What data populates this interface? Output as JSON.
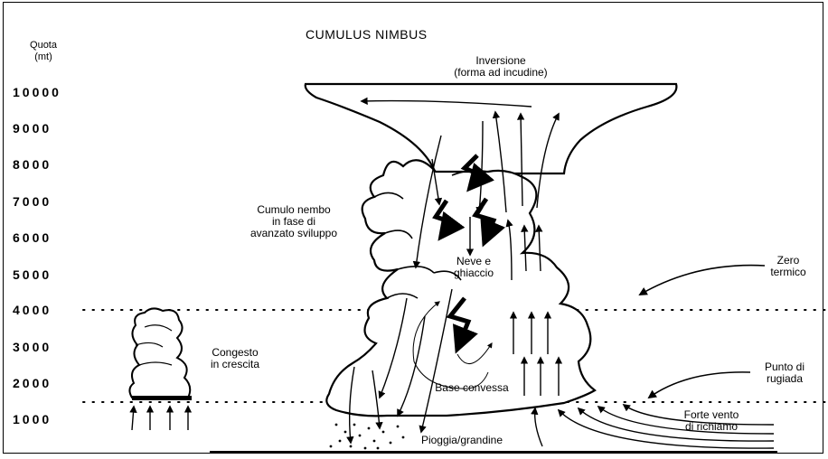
{
  "title": "CUMULUS NIMBUS",
  "axis": {
    "label_line1": "Quota",
    "label_line2": "(mt)",
    "ticks": [
      "10000",
      "9000",
      "8000",
      "7000",
      "6000",
      "5000",
      "4000",
      "3000",
      "2000",
      "1000"
    ]
  },
  "labels": {
    "inversione_1": "Inversione",
    "inversione_2": "(forma ad incudine)",
    "cumulo_1": "Cumulo nembo",
    "cumulo_2": "in fase di",
    "cumulo_3": "avanzato sviluppo",
    "neve_1": "Neve e",
    "neve_2": "ghiaccio",
    "zero_1": "Zero",
    "zero_2": "termico",
    "congesto_1": "Congesto",
    "congesto_2": "in crescita",
    "base": "Base convessa",
    "punto_1": "Punto di",
    "punto_2": "rugiada",
    "vento_1": "Forte vento",
    "vento_2": "di richiamo",
    "pioggia": "Pioggia/grandine"
  }
}
